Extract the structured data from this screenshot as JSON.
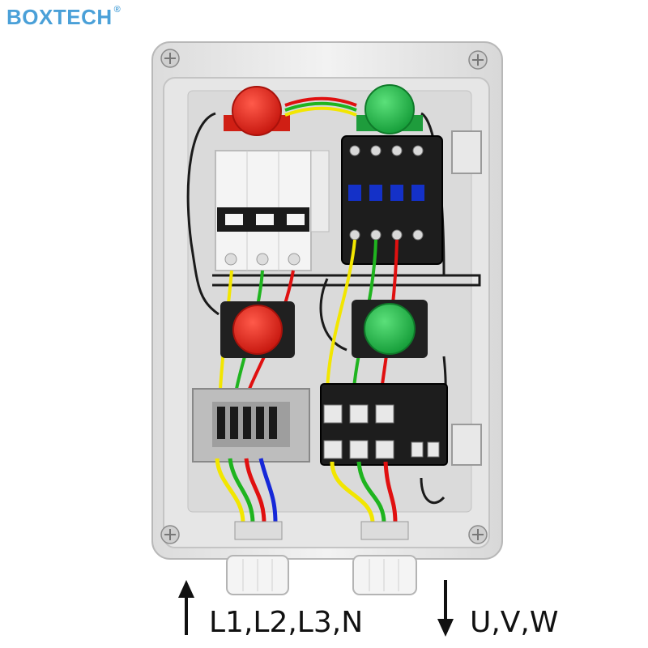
{
  "brand": {
    "name": "BOXTECH",
    "registered_mark": "®",
    "color": "#4aa0d8"
  },
  "labels": {
    "input": "L1,L2,L3,N",
    "output": "U,V,W"
  },
  "colors": {
    "enclosure": "#eeeeee",
    "panel": "#e3e3e3",
    "red_button": "#e0281e",
    "green_button": "#22b14c",
    "contactor": "#1d1d1d",
    "blue_terminal": "#1431c8",
    "wire_yellow": "#f2e600",
    "wire_green": "#1fb41f",
    "wire_red": "#e01010",
    "wire_blue": "#1628d8"
  }
}
